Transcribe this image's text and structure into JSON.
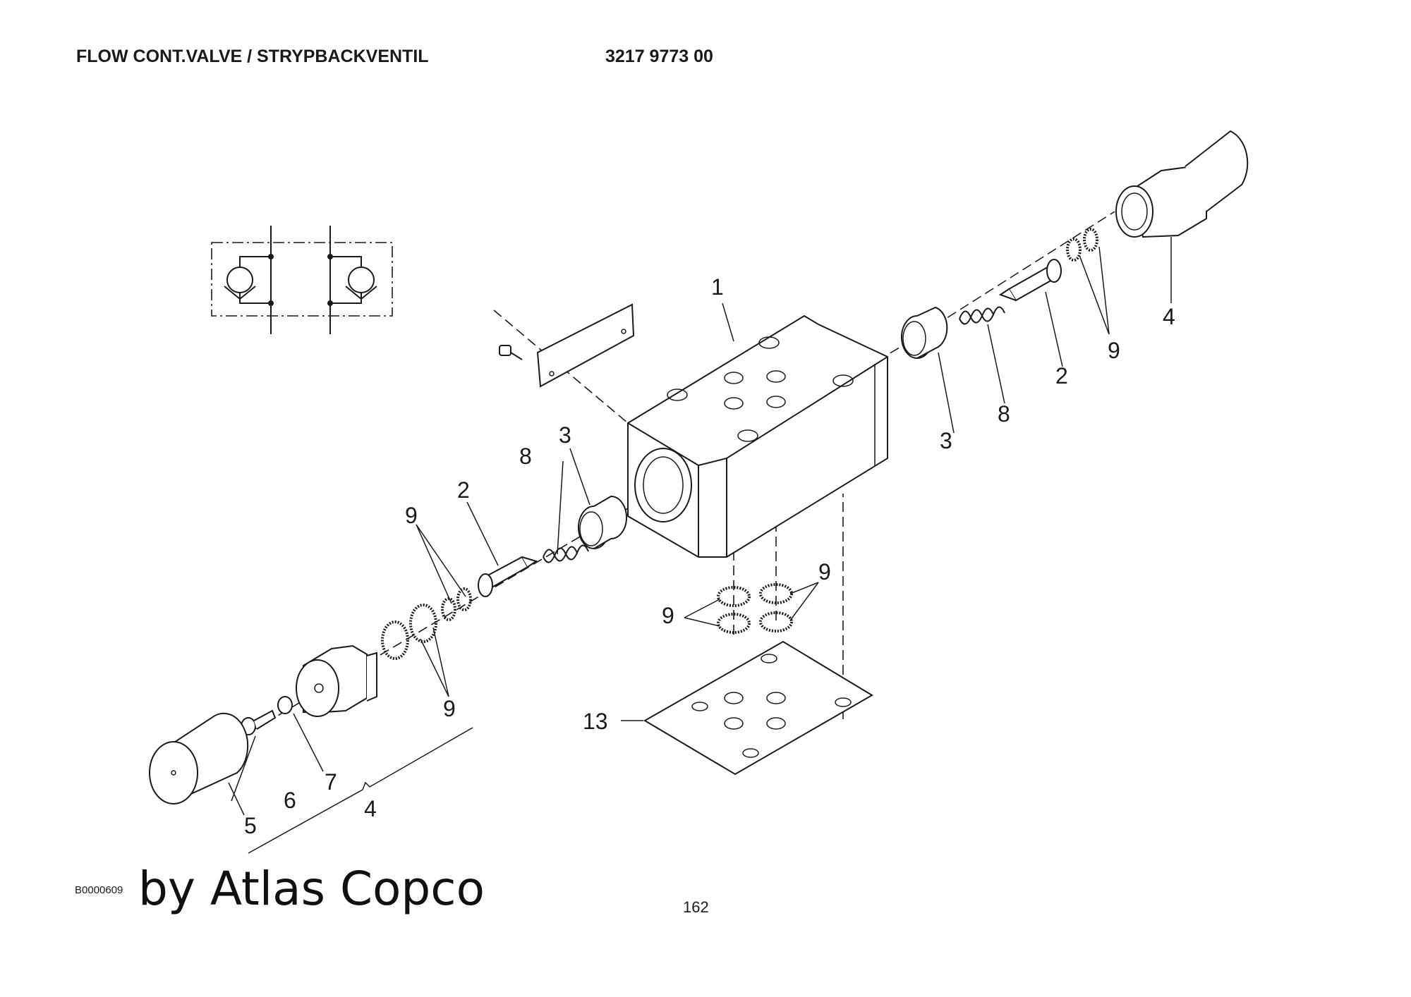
{
  "header": {
    "title": "FLOW CONT.VALVE / STRYPBACKVENTIL",
    "part_number": "3217 9773 00"
  },
  "footer": {
    "figure_id": "B0000609",
    "watermark": "by Atlas Copco",
    "page_number": "162"
  },
  "callouts": {
    "c1": "1",
    "c2_left": "2",
    "c2_right": "2",
    "c3_left": "3",
    "c3_right": "3",
    "c4_top": "4",
    "c4_bottom": "4",
    "c5": "5",
    "c6": "6",
    "c7": "7",
    "c8_left": "8",
    "c8_right": "8",
    "c9_upper_left": "9",
    "c9_lower_left": "9",
    "c9_center_left": "9",
    "c9_center_right": "9",
    "c9_right": "9",
    "c13": "13"
  }
}
